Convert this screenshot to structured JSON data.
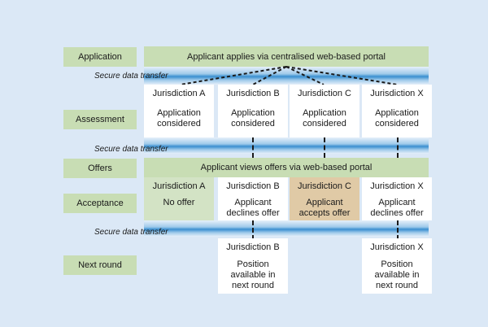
{
  "stages": {
    "application": "Application",
    "assessment": "Assessment",
    "offers": "Offers",
    "acceptance": "Acceptance",
    "next_round": "Next round"
  },
  "bands": {
    "apply": "Applicant applies via centralised web-based portal",
    "view_offers": "Applicant views offers via web-based portal"
  },
  "transfer_label": "Secure data transfer",
  "assessment_boxes": [
    {
      "jurisdiction": "Jurisdiction A",
      "text": "Application considered"
    },
    {
      "jurisdiction": "Jurisdiction B",
      "text": "Application considered"
    },
    {
      "jurisdiction": "Jurisdiction C",
      "text": "Application considered"
    },
    {
      "jurisdiction": "Jurisdiction X",
      "text": "Application considered"
    }
  ],
  "acceptance_boxes": [
    {
      "jurisdiction": "Jurisdiction A",
      "text": "No offer"
    },
    {
      "jurisdiction": "Jurisdiction B",
      "text": "Applicant declines offer"
    },
    {
      "jurisdiction": "Jurisdiction C",
      "text": "Applicant accepts offer"
    },
    {
      "jurisdiction": "Jurisdiction X",
      "text": "Applicant declines offer"
    }
  ],
  "next_round_boxes": [
    {
      "jurisdiction": "Jurisdiction B",
      "text": "Position available in next round"
    },
    {
      "jurisdiction": "Jurisdiction X",
      "text": "Position available in next round"
    }
  ],
  "colors": {
    "background": "#dbe8f6",
    "green_label": "#c8ddb4",
    "no_offer": "#d3e3c5",
    "accepts_offer": "#e0caa6",
    "transfer_blue": "#3a8fd0"
  }
}
